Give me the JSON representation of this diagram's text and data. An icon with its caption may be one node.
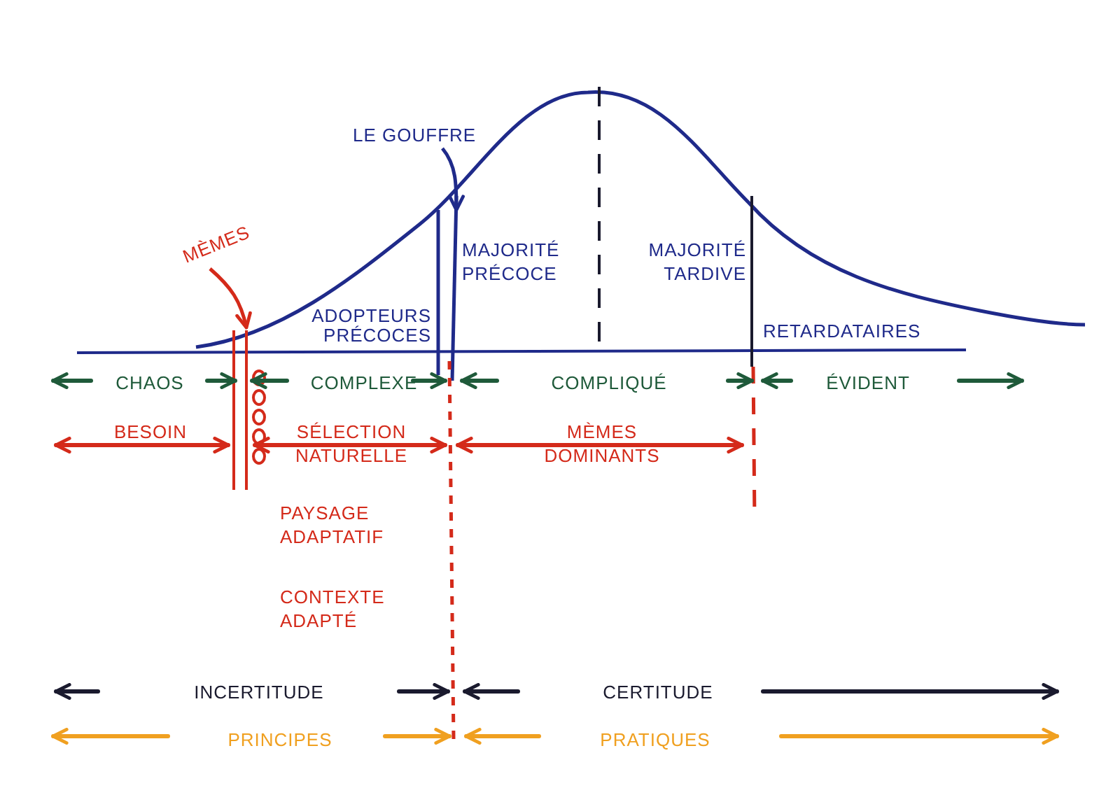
{
  "diagram": {
    "nodes": [
      {
        "text": [
          "LE GOUFFRE"
        ]
      },
      {
        "text": [
          "MÈMES"
        ]
      }
    ],
    "edges": [
      {
        "from": 0,
        "to": null,
        "arrow": "to"
      },
      {
        "from": 1,
        "to": null,
        "arrow": "to",
        "color": "#d42a1a"
      }
    ],
    "labels": [
      "MAJORITÉ PRÉCOCE",
      "MAJORITÉ TARDIVE",
      "ADOPTEURS PRÉCOCES",
      "RETARDATAIRES",
      "CHAOS",
      "COMPLEXE",
      "COMPLIQUÉ",
      "ÉVIDENT",
      "BESOIN",
      "SÉLECTION NATURELLE",
      "MÈMES DOMINANTS",
      "PAYSAGE ADAPTATIF",
      "CONTEXTE ADAPTÉ",
      "INCERTITUDE",
      "CERTITUDE",
      "PRINCIPES",
      "PRATIQUES"
    ]
  }
}
